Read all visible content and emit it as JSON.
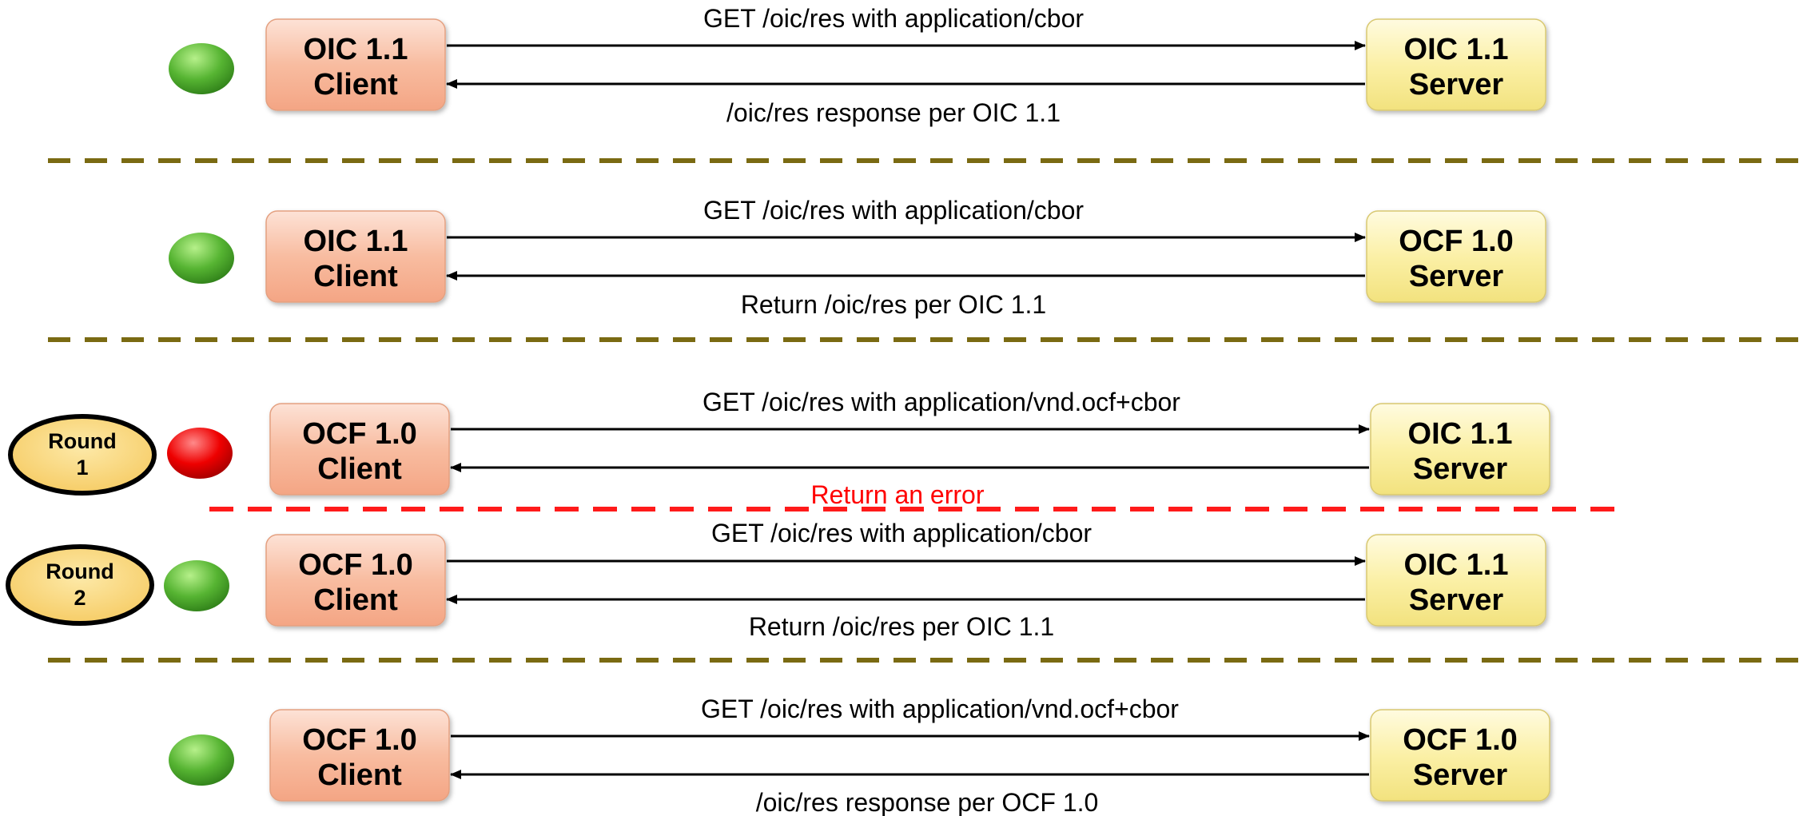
{
  "colors": {
    "client_fill": "#f8b89c",
    "server_fill": "#f8ec98",
    "separator": "#7a6a12",
    "error_separator": "#ff1a1a",
    "error_text": "#ff0000",
    "status_ok": "#4caf2a",
    "status_fail": "#e00000",
    "round_fill": "#f8d070"
  },
  "scenarios": [
    {
      "status": "ok",
      "client_line1": "OIC 1.1",
      "client_line2": "Client",
      "server_line1": "OIC 1.1",
      "server_line2": "Server",
      "request": "GET /oic/res with application/cbor",
      "response": "/oic/res response per OIC 1.1"
    },
    {
      "status": "ok",
      "client_line1": "OIC 1.1",
      "client_line2": "Client",
      "server_line1": "OCF 1.0",
      "server_line2": "Server",
      "request": "GET /oic/res with application/cbor",
      "response": "Return /oic/res per OIC 1.1"
    },
    {
      "status": "fail",
      "round_line1": "Round",
      "round_line2": "1",
      "client_line1": "OCF 1.0",
      "client_line2": "Client",
      "server_line1": "OIC 1.1",
      "server_line2": "Server",
      "request": "GET /oic/res with application/vnd.ocf+cbor",
      "response": ""
    },
    {
      "status": "ok",
      "round_line1": "Round",
      "round_line2": "2",
      "client_line1": "OCF 1.0",
      "client_line2": "Client",
      "server_line1": "OIC 1.1",
      "server_line2": "Server",
      "request": "GET /oic/res with application/cbor",
      "response": "Return /oic/res per OIC 1.1"
    },
    {
      "status": "ok",
      "client_line1": "OCF 1.0",
      "client_line2": "Client",
      "server_line1": "OCF 1.0",
      "server_line2": "Server",
      "request": "GET /oic/res with application/vnd.ocf+cbor",
      "response": "/oic/res response per OCF 1.0"
    }
  ],
  "error_label": "Return an error"
}
